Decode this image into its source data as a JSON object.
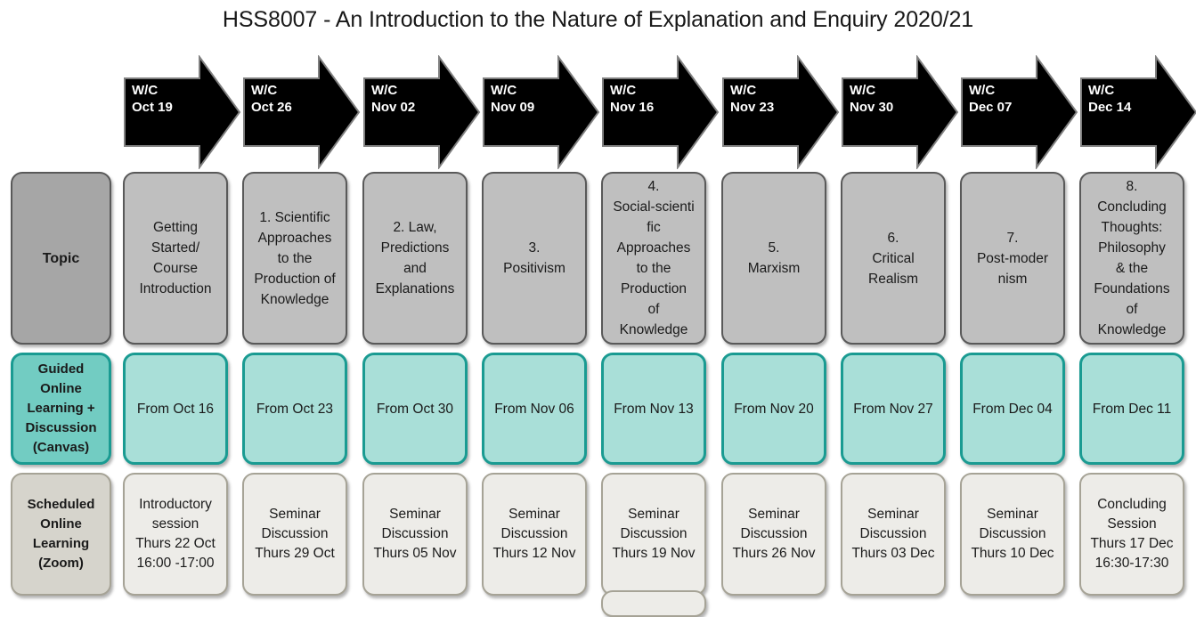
{
  "title": "HSS8007 - An Introduction to the Nature of Explanation and Enquiry 2020/21",
  "colors": {
    "arrow_fill": "#000000",
    "arrow_text": "#ffffff",
    "topic_header_bg": "#a6a6a6",
    "topic_cell_bg": "#bfbfbf",
    "topic_border": "#595959",
    "guided_header_bg": "#72ccc2",
    "guided_cell_bg": "#a9dfd8",
    "guided_border": "#1a9b92",
    "scheduled_header_bg": "#d6d4cc",
    "scheduled_cell_bg": "#edece8",
    "scheduled_border": "#a6a396",
    "page_bg": "#ffffff",
    "text": "#1a1a1a"
  },
  "week_arrows": [
    {
      "prefix": "W/C",
      "date": "Oct 19",
      "label": "W/C\nOct 19"
    },
    {
      "prefix": "W/C",
      "date": "Oct 26",
      "label": "W/C\nOct 26"
    },
    {
      "prefix": "W/C",
      "date": "Nov 02",
      "label": "W/C\nNov 02"
    },
    {
      "prefix": "W/C",
      "date": "Nov 09",
      "label": "W/C\nNov 09"
    },
    {
      "prefix": "W/C",
      "date": "Nov 16",
      "label": "W/C\nNov 16"
    },
    {
      "prefix": "W/C",
      "date": "Nov 23",
      "label": "W/C\nNov 23"
    },
    {
      "prefix": "W/C",
      "date": "Nov 30",
      "label": "W/C\nNov 30"
    },
    {
      "prefix": "W/C",
      "date": "Dec 07",
      "label": "W/C\nDec 07"
    },
    {
      "prefix": "W/C",
      "date": "Dec 14",
      "label": "W/C\nDec 14"
    }
  ],
  "rows": [
    {
      "key": "topic",
      "header": "Topic",
      "cells": [
        "Getting\nStarted/\nCourse\nIntroduction",
        "1. Scientific\nApproaches\nto the\nProduction of\nKnowledge",
        "2. Law,\nPredictions\nand\nExplanations",
        "3.\nPositivism",
        "4.\nSocial-scienti\nfic\nApproaches\nto the\nProduction\nof\nKnowledge",
        "5.\nMarxism",
        "6.\nCritical\nRealism",
        "7.\nPost-moder\nnism",
        "8.\nConcluding\nThoughts:\nPhilosophy\n& the\nFoundations\nof\nKnowledge"
      ]
    },
    {
      "key": "guided",
      "header": "Guided\nOnline\nLearning +\nDiscussion\n(Canvas)",
      "cells": [
        "From  Oct 16",
        "From Oct 23",
        "From Oct 30",
        "From Nov 06",
        "From Nov 13",
        "From Nov 20",
        "From Nov 27",
        "From Dec 04",
        "From Dec 11"
      ]
    },
    {
      "key": "scheduled",
      "header": "Scheduled\nOnline\nLearning\n(Zoom)",
      "cells": [
        "Introductory\nsession\nThurs 22 Oct\n16:00 -17:00",
        "Seminar\nDiscussion\nThurs 29 Oct",
        "Seminar\nDiscussion\nThurs 05 Nov",
        "Seminar\nDiscussion\nThurs 12 Nov",
        "Seminar\nDiscussion\nThurs 19 Nov",
        "Seminar\nDiscussion\nThurs 26 Nov",
        "Seminar\nDiscussion\nThurs 03 Dec",
        "Seminar\nDiscussion\nThurs 10 Dec",
        "Concluding\nSession\nThurs 17 Dec\n16:30-17:30"
      ]
    }
  ]
}
